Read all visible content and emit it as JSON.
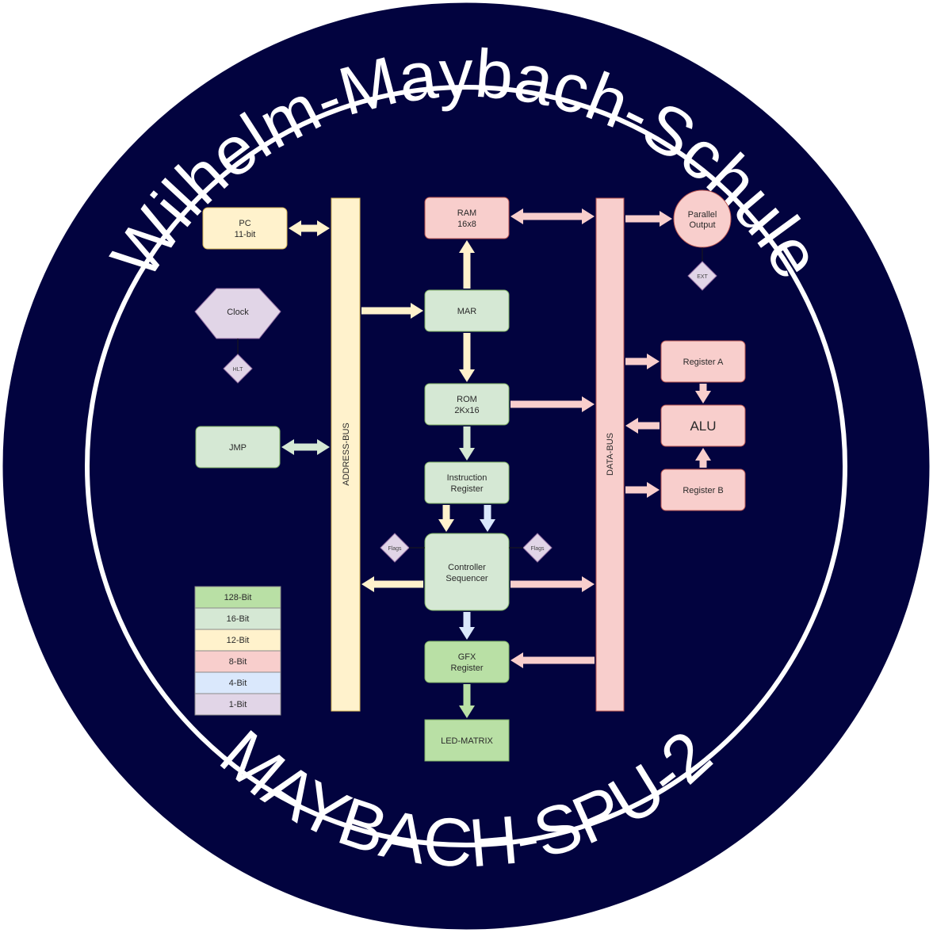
{
  "badge": {
    "top_text": "Wilhelm-Maybach-Schule",
    "bottom_text": "MAYBACH-SPU-2",
    "colors": {
      "navy": "#02033f",
      "ring": "#ffffff"
    }
  },
  "buses": {
    "address": "ADDRESS-BUS",
    "data": "DATA-BUS"
  },
  "blocks": {
    "pc": {
      "line1": "PC",
      "line2": "11-bit"
    },
    "clock": "Clock",
    "hlt": "HLT",
    "jmp": "JMP",
    "ram": {
      "line1": "RAM",
      "line2": "16x8"
    },
    "mar": "MAR",
    "rom": {
      "line1": "ROM",
      "line2": "2Kx16"
    },
    "ir": {
      "line1": "Instruction",
      "line2": "Register"
    },
    "controller": {
      "line1": "Controller",
      "line2": "Sequencer"
    },
    "flags_left": "Flags",
    "flags_right": "Flags",
    "gfx": {
      "line1": "GFX",
      "line2": "Register"
    },
    "led": "LED-MATRIX",
    "parallel": {
      "line1": "Parallel",
      "line2": "Output"
    },
    "ext": "EXT",
    "reg_a": "Register A",
    "alu": "ALU",
    "reg_b": "Register B"
  },
  "legend": [
    {
      "label": "128-Bit",
      "color": "#b9e0a5"
    },
    {
      "label": "16-Bit",
      "color": "#d5e8d4"
    },
    {
      "label": "12-Bit",
      "color": "#fff2cc"
    },
    {
      "label": "8-Bit",
      "color": "#f8cecc"
    },
    {
      "label": "4-Bit",
      "color": "#dae8fc"
    },
    {
      "label": "1-Bit",
      "color": "#e1d5e7"
    }
  ],
  "colors": {
    "w128": "#b9e0a5",
    "w16": "#d5e8d4",
    "w12": "#fff2cc",
    "w8": "#f8cecc",
    "w4": "#dae8fc",
    "w1": "#e1d5e7"
  }
}
